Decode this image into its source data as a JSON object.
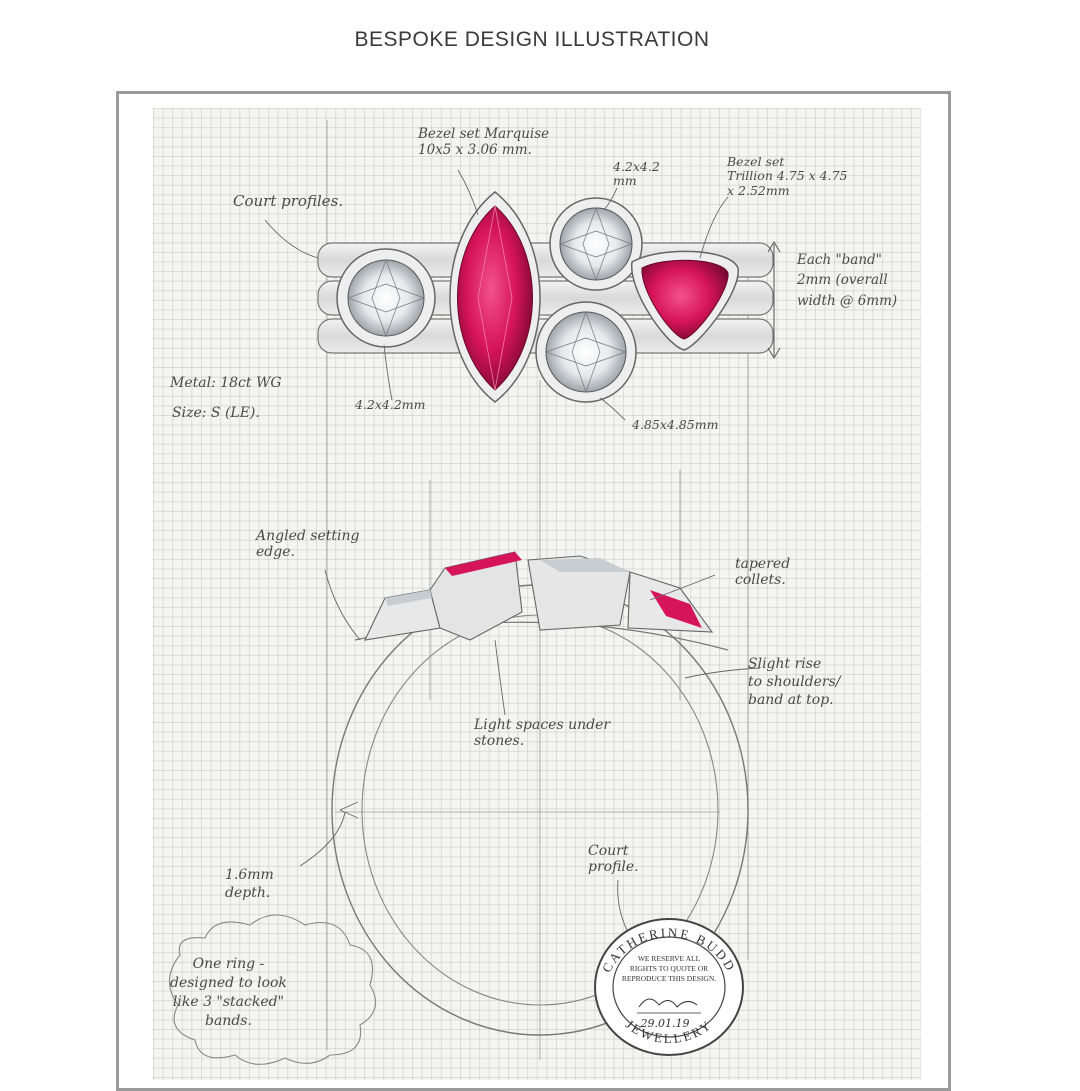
{
  "header": {
    "title": "BESPOKE DESIGN ILLUSTRATION"
  },
  "annotations": {
    "court_profiles": "Court profiles.",
    "marquise": "Bezel set Marquise\n10x5 x 3.06 mm.",
    "round_top": "4.2x4.2\nmm",
    "trillion": "Bezel set\nTrillion 4.75 x 4.75\nx 2.52mm",
    "each_band": "Each \"band\"\n2mm (overall\nwidth @ 6mm)",
    "metal": "Metal: 18ct WG",
    "size": "Size: S (LE).",
    "round_left": "4.2x4.2mm",
    "round_bottom": "4.85x4.85mm",
    "angled": "Angled setting\nedge.",
    "tapered": "tapered\ncollets.",
    "slight_rise": "Slight rise\nto shoulders/\nband at top.",
    "light_spaces": "Light spaces under\nstones.",
    "depth": "1.6mm\ndepth.",
    "court_profile": "Court\nprofile.",
    "cloud_note": "One ring -\ndesigned to look\nlike 3 \"stacked\"\nbands."
  },
  "seal": {
    "brand_top": "CATHERINE BUDD",
    "brand_bottom": "JEWELLERY",
    "line1": "WE RESERVE ALL",
    "line2": "RIGHTS TO QUOTE OR",
    "line3": "REPRODUCE THIS DESIGN.",
    "date": "29.01.19"
  },
  "colors": {
    "ruby": "#d6145a",
    "ruby_dark": "#8a0a35",
    "diamond": "#e9ecef",
    "metal": "#dcdcdc"
  }
}
